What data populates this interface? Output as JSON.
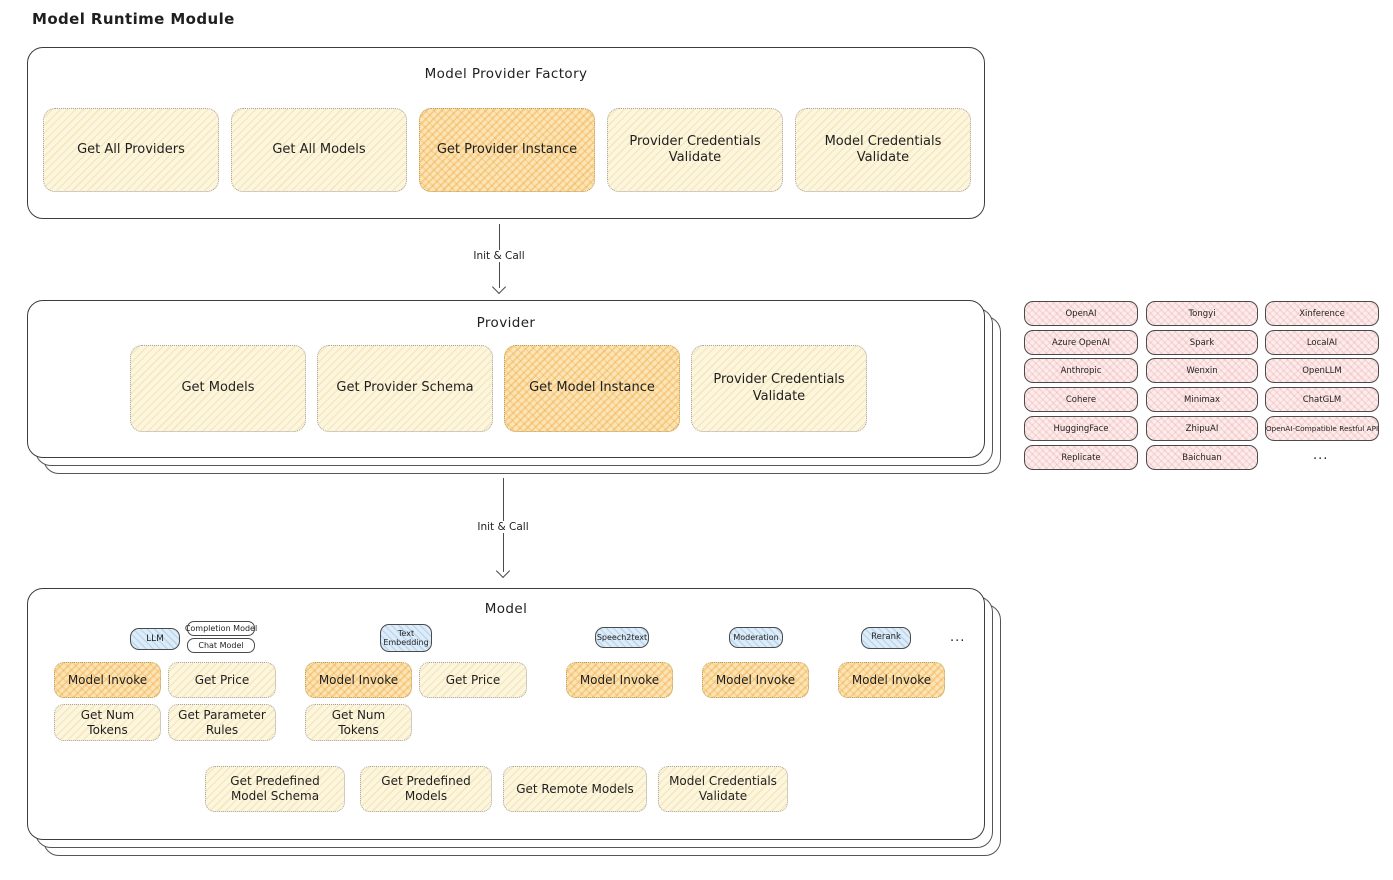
{
  "page_title": "Model Runtime Module",
  "colors": {
    "node_yellow": "#fdf6de",
    "node_yellow_active": "#fbe5b6",
    "provider_pink": "#fdecec",
    "type_blue": "#ddecf9",
    "frame_border": "#3d3d3d"
  },
  "arrows": [
    {
      "label": "Init & Call"
    },
    {
      "label": "Init & Call"
    }
  ],
  "factory": {
    "title": "Model Provider Factory",
    "buttons": [
      {
        "label": "Get All Providers"
      },
      {
        "label": "Get All Models"
      },
      {
        "label": "Get Provider Instance",
        "active": true
      },
      {
        "label": "Provider Credentials Validate"
      },
      {
        "label": "Model Credentials Validate"
      }
    ]
  },
  "provider": {
    "title": "Provider",
    "buttons": [
      {
        "label": "Get Models"
      },
      {
        "label": "Get Provider Schema"
      },
      {
        "label": "Get Model Instance",
        "active": true
      },
      {
        "label": "Provider Credentials Validate"
      }
    ]
  },
  "providers": {
    "items": [
      "OpenAI",
      "Tongyi",
      "Xinference",
      "Azure OpenAI",
      "Spark",
      "LocalAI",
      "Anthropic",
      "Wenxin",
      "OpenLLM",
      "Cohere",
      "Minimax",
      "ChatGLM",
      "HuggingFace",
      "ZhipuAI",
      "OpenAI-Compatible Restful API",
      "Replicate",
      "Baichuan"
    ],
    "ellipsis": "..."
  },
  "model": {
    "title": "Model",
    "types": [
      {
        "label": "LLM"
      },
      {
        "label": "Completion Model"
      },
      {
        "label": "Chat Model"
      },
      {
        "label": "Text Embedding"
      },
      {
        "label": "Speech2text"
      },
      {
        "label": "Moderation"
      },
      {
        "label": "Rerank"
      }
    ],
    "types_ellipsis": "...",
    "actions": [
      {
        "label": "Model Invoke",
        "active": true
      },
      {
        "label": "Get Price"
      },
      {
        "label": "Model Invoke",
        "active": true
      },
      {
        "label": "Get Price"
      },
      {
        "label": "Model Invoke",
        "active": true
      },
      {
        "label": "Model Invoke",
        "active": true
      },
      {
        "label": "Model Invoke",
        "active": true
      },
      {
        "label": "Get Num Tokens"
      },
      {
        "label": "Get Parameter Rules"
      },
      {
        "label": "Get Num Tokens"
      }
    ],
    "bottom_actions": [
      {
        "label": "Get Predefined Model Schema"
      },
      {
        "label": "Get Predefined Models"
      },
      {
        "label": "Get Remote Models"
      },
      {
        "label": "Model Credentials Validate"
      }
    ]
  }
}
